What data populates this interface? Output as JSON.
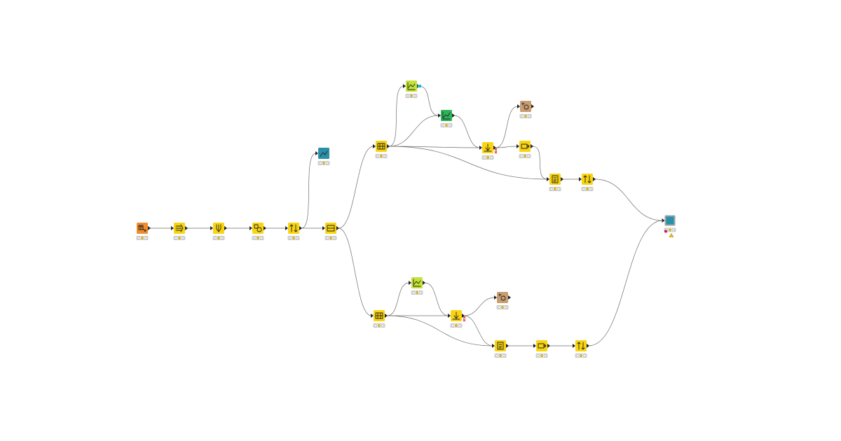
{
  "canvas": {
    "background": "#ffffff",
    "edge_color": "#6e6e6e"
  },
  "node_types": {
    "reader": {
      "color": "#f08c2c"
    },
    "manipulator": {
      "color": "#f9d410"
    },
    "view": {
      "color": "#c4e33a"
    },
    "learner": {
      "color": "#2fb35a"
    },
    "predictor": {
      "color": "#c99c72"
    },
    "visualizer": {
      "color": "#2a90a8"
    },
    "component": {
      "color": "#a9a9a9"
    }
  },
  "nodes": [
    {
      "id": "n1",
      "type": "reader",
      "icon": "table-reader-icon"
    },
    {
      "id": "n2",
      "type": "manipulator",
      "icon": "column-filter-icon"
    },
    {
      "id": "n3",
      "type": "manipulator",
      "icon": "column-merger-icon"
    },
    {
      "id": "n4",
      "type": "manipulator",
      "icon": "missing-value-icon"
    },
    {
      "id": "n5",
      "type": "manipulator",
      "icon": "sorter-icon"
    },
    {
      "id": "n6",
      "type": "manipulator",
      "icon": "row-splitter-icon"
    },
    {
      "id": "n7",
      "type": "visualizer",
      "icon": "scatter-plot-icon"
    },
    {
      "id": "n8",
      "type": "manipulator",
      "icon": "partitioning-icon"
    },
    {
      "id": "n9",
      "type": "view",
      "icon": "line-plot-icon"
    },
    {
      "id": "n10",
      "type": "learner",
      "icon": "model-learner-icon"
    },
    {
      "id": "n11",
      "type": "predictor",
      "icon": "model-predictor-icon"
    },
    {
      "id": "n12",
      "type": "manipulator",
      "icon": "predictor-apply-icon"
    },
    {
      "id": "n13",
      "type": "manipulator",
      "icon": "column-rename-icon"
    },
    {
      "id": "n14",
      "type": "manipulator",
      "icon": "math-formula-icon"
    },
    {
      "id": "n15",
      "type": "manipulator",
      "icon": "sorter-icon"
    },
    {
      "id": "n16",
      "type": "component",
      "icon": "metanode-icon"
    },
    {
      "id": "n17",
      "type": "manipulator",
      "icon": "partitioning-icon"
    },
    {
      "id": "n18",
      "type": "view",
      "icon": "line-plot-icon"
    },
    {
      "id": "n19",
      "type": "manipulator",
      "icon": "predictor-apply-icon"
    },
    {
      "id": "n20",
      "type": "predictor",
      "icon": "model-predictor-icon"
    },
    {
      "id": "n21",
      "type": "manipulator",
      "icon": "math-formula-icon"
    },
    {
      "id": "n22",
      "type": "manipulator",
      "icon": "column-rename-icon"
    },
    {
      "id": "n23",
      "type": "manipulator",
      "icon": "sorter-icon"
    }
  ],
  "connections": [
    [
      "n1",
      "n2"
    ],
    [
      "n2",
      "n3"
    ],
    [
      "n3",
      "n4"
    ],
    [
      "n4",
      "n5"
    ],
    [
      "n5",
      "n6"
    ],
    [
      "n5",
      "n7"
    ],
    [
      "n6",
      "n8"
    ],
    [
      "n6",
      "n17"
    ],
    [
      "n8",
      "n9"
    ],
    [
      "n8",
      "n10"
    ],
    [
      "n8",
      "n12"
    ],
    [
      "n8",
      "n14"
    ],
    [
      "n9",
      "n10"
    ],
    [
      "n10",
      "n12"
    ],
    [
      "n12",
      "n11"
    ],
    [
      "n12",
      "n13"
    ],
    [
      "n13",
      "n14"
    ],
    [
      "n14",
      "n15"
    ],
    [
      "n15",
      "n16"
    ],
    [
      "n17",
      "n18"
    ],
    [
      "n17",
      "n19"
    ],
    [
      "n17",
      "n21"
    ],
    [
      "n18",
      "n19"
    ],
    [
      "n19",
      "n20"
    ],
    [
      "n19",
      "n21"
    ],
    [
      "n21",
      "n22"
    ],
    [
      "n22",
      "n23"
    ],
    [
      "n23",
      "n16"
    ]
  ]
}
